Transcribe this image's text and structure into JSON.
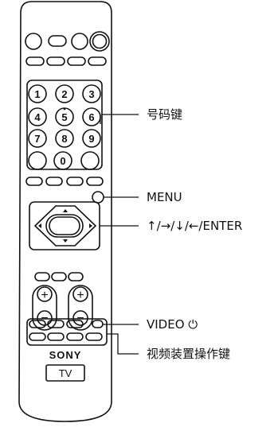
{
  "numeric_keys": [
    "1",
    "2",
    "3",
    "4",
    "5",
    "6",
    "7",
    "8",
    "9",
    "0"
  ],
  "brand": "SONY",
  "device_label": "TV",
  "callouts": {
    "number_keys": "号码键",
    "menu": "MENU",
    "enter": "↑/→/↓/←/ENTER",
    "video": "VIDEO ⏻",
    "av_operation_keys": "视频装置操作键"
  },
  "volume_signs": {
    "plus": "+",
    "minus": "−"
  }
}
